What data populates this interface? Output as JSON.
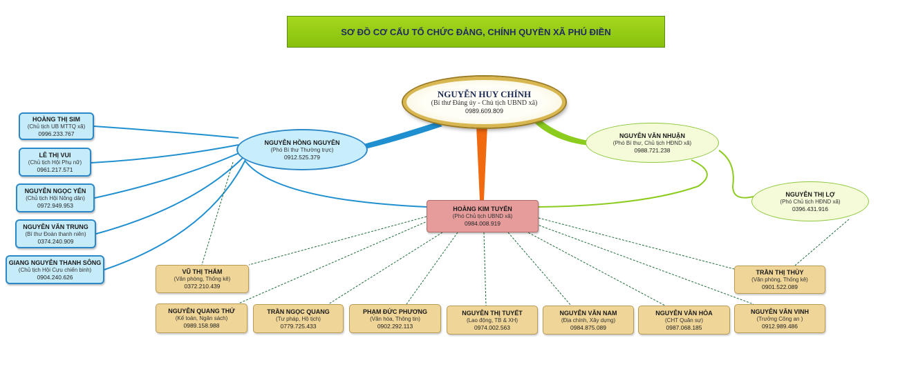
{
  "title": "SƠ ĐỒ CƠ CẤU TỔ CHỨC ĐẢNG, CHÍNH QUYỀN XÃ PHÚ ĐIỀN",
  "top": {
    "name": "NGUYỄN HUY CHÍNH",
    "role": "(Bí thư Đảng ủy - Chủ tịch UBND xã)",
    "phone": "0989.609.809"
  },
  "deputy_left": {
    "name": "NGUYỄN HỒNG NGUYÊN",
    "role": "(Phó Bí thư Thường trực)",
    "phone": "0912.525.379"
  },
  "deputy_right": {
    "name": "NGUYỄN VĂN NHUẬN",
    "role": "(Phó Bí thư, Chủ tịch HĐND xã)",
    "phone": "0988.721.238"
  },
  "hdnd_vice": {
    "name": "NGUYỄN THỊ LỢ",
    "role": "(Phó Chủ tịch HĐND xã)",
    "phone": "0396.431.916"
  },
  "ubnd_vice": {
    "name": "HOÀNG KIM TUYẾN",
    "role": "(Phó Chủ tịch UBND xã)",
    "phone": "0984.008.919"
  },
  "mass_orgs": [
    {
      "name": "HOÀNG THỊ SIM",
      "role": "(Chủ tịch UB MTTQ xã)",
      "phone": "0996.233.767"
    },
    {
      "name": "LÊ THỊ VUI",
      "role": "(Chủ tịch Hội Phụ nữ)",
      "phone": "0961.217.571"
    },
    {
      "name": "NGUYỄN NGỌC YẾN",
      "role": "(Chủ tịch Hội Nông dân)",
      "phone": "0972.949.953"
    },
    {
      "name": "NGUYỄN VĂN TRUNG",
      "role": "(Bí thư Đoàn thanh niên)",
      "phone": "0374.240.909"
    },
    {
      "name": "GIANG NGUYỄN THANH SÔNG",
      "role": "(Chủ tịch Hội Cựu chiến binh)",
      "phone": "0904.240.626"
    }
  ],
  "staff_row1": [
    {
      "name": "VŨ THỊ THẮM",
      "role": "(Văn phòng, Thống kê)",
      "phone": "0372.210.439"
    },
    {
      "name": "TRẦN THỊ THÙY",
      "role": "(Văn phòng, Thống kê)",
      "phone": "0901.522.089"
    }
  ],
  "staff_row2": [
    {
      "name": "NGUYỄN QUANG THỨ",
      "role": "(Kế toán, Ngân sách)",
      "phone": "0989.158.988"
    },
    {
      "name": "TRẦN NGỌC QUANG",
      "role": "(Tư pháp, Hộ tịch)",
      "phone": "0779.725.433"
    },
    {
      "name": "PHẠM ĐỨC PHƯƠNG",
      "role": "(Văn hóa, Thông tin)",
      "phone": "0902.292.113"
    },
    {
      "name": "NGUYỄN THỊ TUYẾT",
      "role": "(Lao động, TB & XH)",
      "phone": "0974.002.563"
    },
    {
      "name": "NGUYỄN VĂN NAM",
      "role": "(Địa chính, Xây dựng)",
      "phone": "0984.875.089"
    },
    {
      "name": "NGUYỄN VĂN HÒA",
      "role": "(CHT Quân sự)",
      "phone": "0987.068.185"
    },
    {
      "name": "NGUYỄN VĂN VINH",
      "role": "(Trưởng Công an )",
      "phone": "0912.989.486"
    }
  ],
  "colors": {
    "title_bg": "#97cc16",
    "branch_blue": "#1f8fd0",
    "branch_orange": "#f26a10",
    "branch_green": "#8ccc1e",
    "dashed": "#1e6b3a"
  }
}
